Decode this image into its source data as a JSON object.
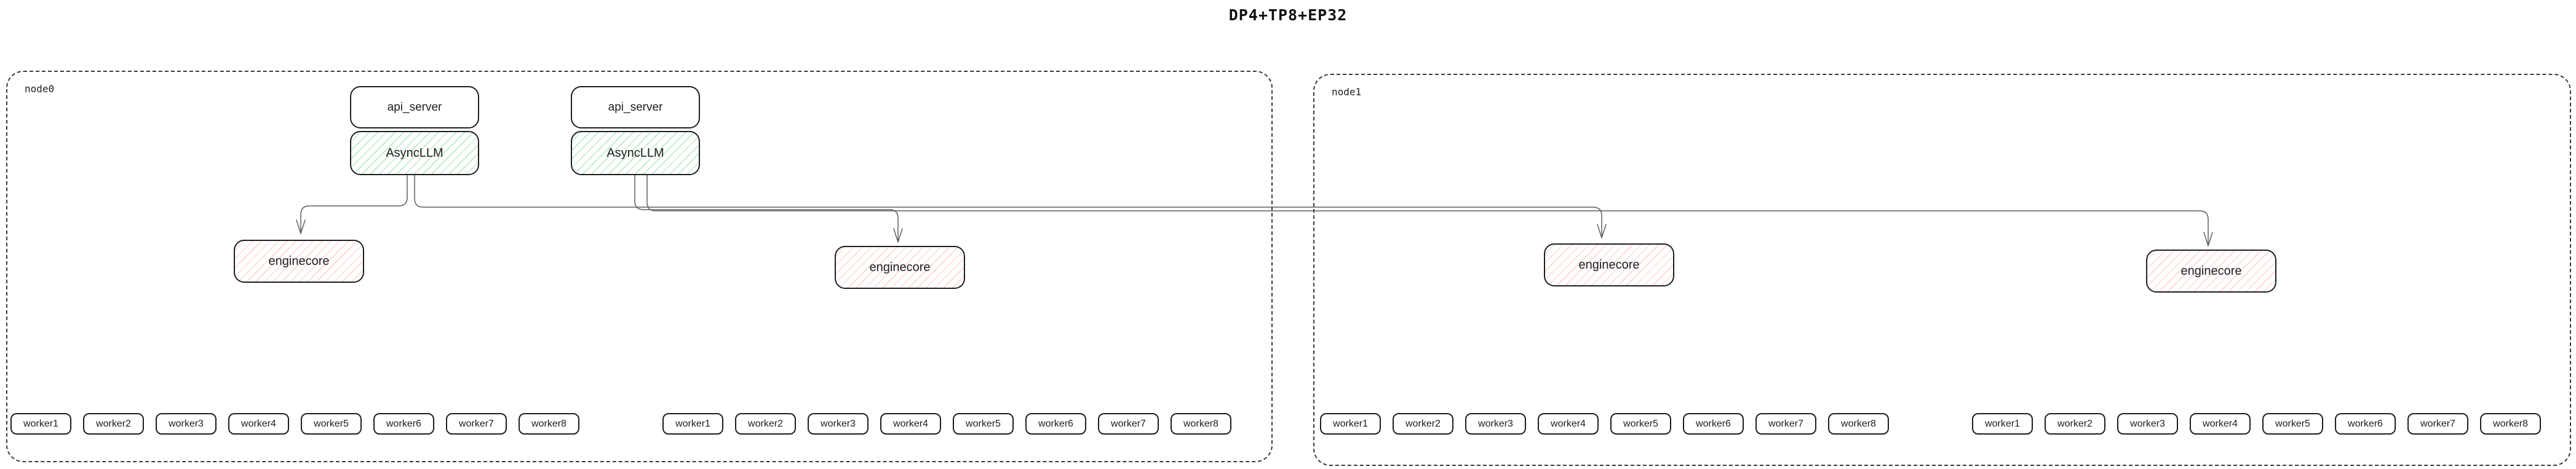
{
  "title": "DP4+TP8+EP32",
  "colors": {
    "box_border": "#1e1e1e",
    "node_border": "#3a3a3a",
    "connector": "#5f5f5f",
    "asyncllm_hatch_green": "#4cc86e",
    "enginecore_hatch_red": "#ff7d72",
    "background": "#ffffff"
  },
  "nodes": [
    {
      "label": "node0",
      "stacks": [
        {
          "api_server": "api_server",
          "async_llm": "AsyncLLM"
        },
        {
          "api_server": "api_server",
          "async_llm": "AsyncLLM"
        }
      ],
      "enginecores": [
        "enginecore",
        "enginecore"
      ],
      "worker_groups": [
        [
          "worker1",
          "worker2",
          "worker3",
          "worker4",
          "worker5",
          "worker6",
          "worker7",
          "worker8"
        ],
        [
          "worker1",
          "worker2",
          "worker3",
          "worker4",
          "worker5",
          "worker6",
          "worker7",
          "worker8"
        ]
      ]
    },
    {
      "label": "node1",
      "stacks": [],
      "enginecores": [
        "enginecore",
        "enginecore"
      ],
      "worker_groups": [
        [
          "worker1",
          "worker2",
          "worker3",
          "worker4",
          "worker5",
          "worker6",
          "worker7",
          "worker8"
        ],
        [
          "worker1",
          "worker2",
          "worker3",
          "worker4",
          "worker5",
          "worker6",
          "worker7",
          "worker8"
        ]
      ]
    }
  ],
  "connections": [
    {
      "from": "node0-asyncllm-0",
      "to": "node0-enginecore-0"
    },
    {
      "from": "node0-asyncllm-0",
      "to": "node1-enginecore-0"
    },
    {
      "from": "node0-asyncllm-1",
      "to": "node0-enginecore-1"
    },
    {
      "from": "node0-asyncllm-1",
      "to": "node1-enginecore-1"
    }
  ]
}
